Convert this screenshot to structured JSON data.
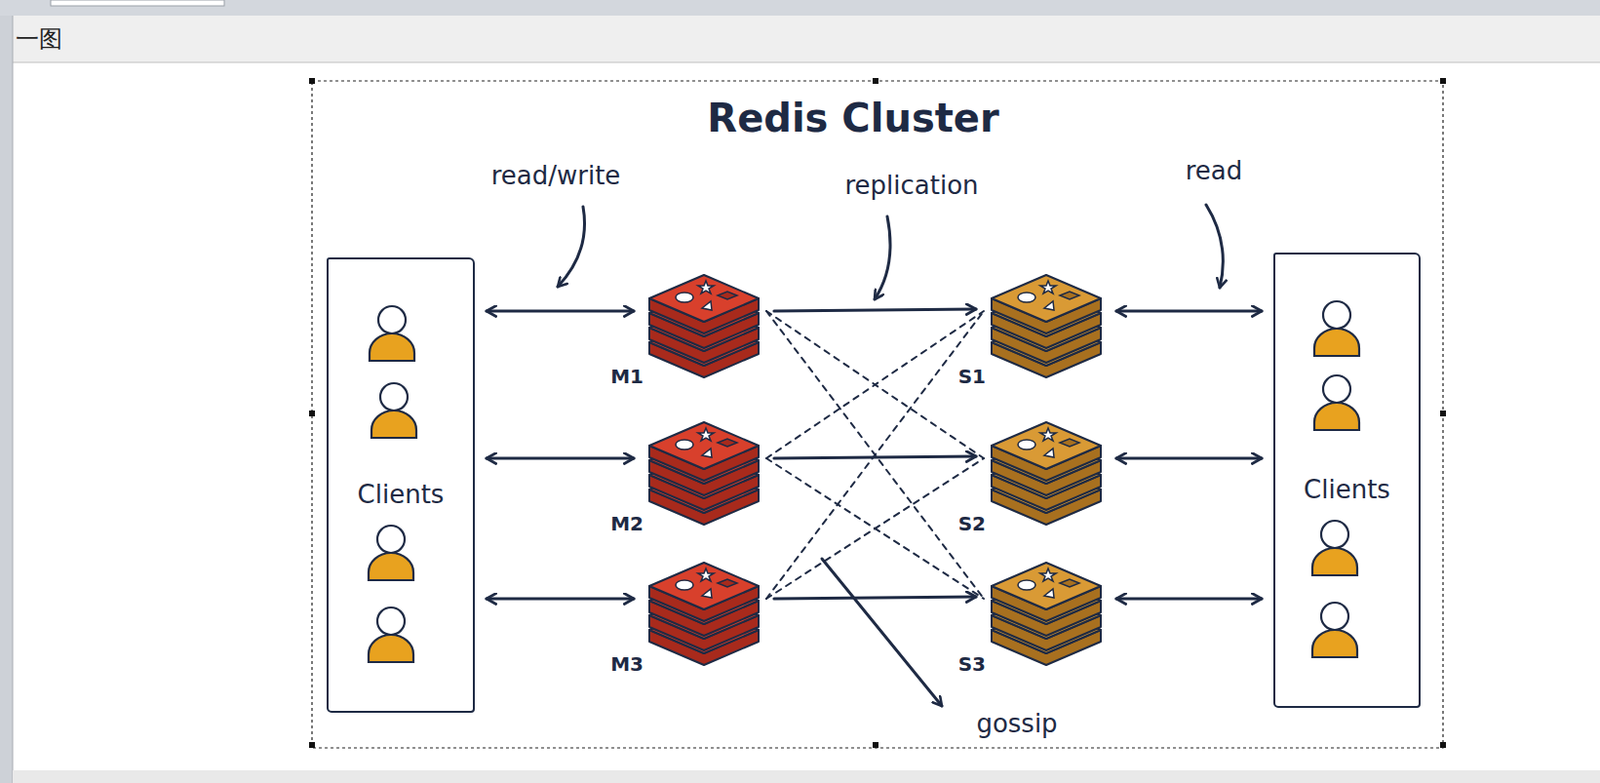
{
  "diagram": {
    "title": "Redis Cluster",
    "nodes": [
      {
        "text": [
          "Clients"
        ]
      },
      {
        "text": [
          "M1"
        ]
      },
      {
        "text": [
          "M2"
        ]
      },
      {
        "text": [
          "M3"
        ]
      },
      {
        "text": [
          "S1"
        ]
      },
      {
        "text": [
          "S2"
        ]
      },
      {
        "text": [
          "S3"
        ]
      },
      {
        "text": [
          "Clients"
        ]
      }
    ],
    "edges": [
      {
        "from": 0,
        "to": 1,
        "arrow": "both"
      },
      {
        "from": 0,
        "to": 2,
        "arrow": "both"
      },
      {
        "from": 0,
        "to": 3,
        "arrow": "both"
      },
      {
        "from": 1,
        "to": 4,
        "arrow": "to"
      },
      {
        "from": 2,
        "to": 5,
        "arrow": "to"
      },
      {
        "from": 3,
        "to": 6,
        "arrow": "to"
      },
      {
        "from": 4,
        "to": 7,
        "arrow": "both"
      },
      {
        "from": 5,
        "to": 7,
        "arrow": "both"
      },
      {
        "from": 6,
        "to": 7,
        "arrow": "both"
      },
      {
        "from": 1,
        "to": 5,
        "arrow": "none"
      },
      {
        "from": 1,
        "to": 6,
        "arrow": "none"
      },
      {
        "from": 2,
        "to": 4,
        "arrow": "none"
      },
      {
        "from": 2,
        "to": 6,
        "arrow": "none"
      },
      {
        "from": 3,
        "to": 4,
        "arrow": "none"
      },
      {
        "from": 3,
        "to": 5,
        "arrow": "none"
      }
    ],
    "labels": [
      "一图",
      "read/write",
      "replication",
      "read",
      "gossip"
    ]
  }
}
